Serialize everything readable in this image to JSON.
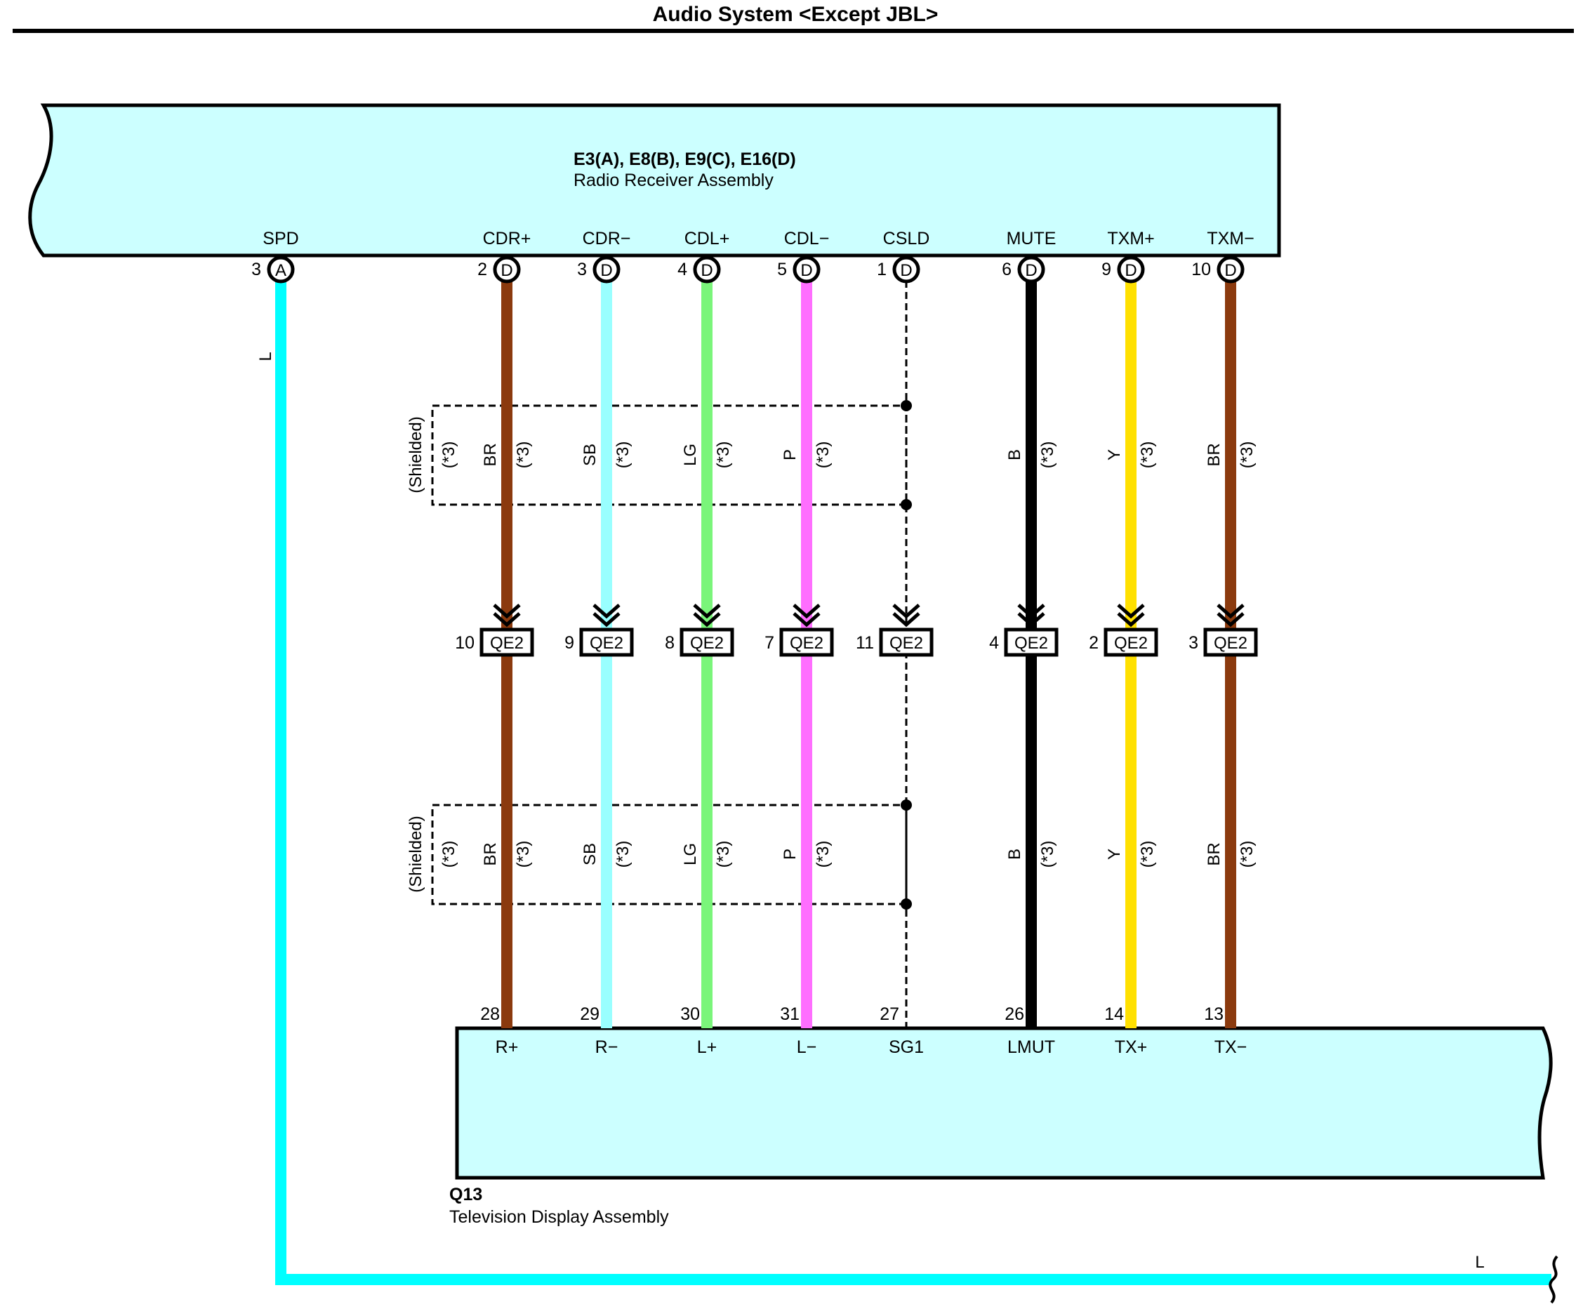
{
  "title": "Audio System <Except JBL>",
  "receiver": {
    "connectors": "E3(A), E8(B), E9(C), E16(D)",
    "name": "Radio Receiver Assembly",
    "spd": {
      "label": "SPD",
      "pin": "3",
      "conn": "A",
      "wire_color": "L",
      "color": "#00FFFF"
    }
  },
  "display": {
    "connector": "Q13",
    "name": "Television Display Assembly"
  },
  "shielded_label": "(Shielded)",
  "note_label": "(*3)",
  "junction": "QE2",
  "circuits": [
    {
      "sig": "CDR+",
      "rpin": "2",
      "conn": "D",
      "wire": "BR",
      "color": "#8B3A0E",
      "jpin": "10",
      "dpin": "28",
      "dsig": "R+",
      "dashed": false
    },
    {
      "sig": "CDR−",
      "rpin": "3",
      "conn": "D",
      "wire": "SB",
      "color": "#99FFFF",
      "jpin": "9",
      "dpin": "29",
      "dsig": "R−",
      "dashed": false
    },
    {
      "sig": "CDL+",
      "rpin": "4",
      "conn": "D",
      "wire": "LG",
      "color": "#7AF57A",
      "jpin": "8",
      "dpin": "30",
      "dsig": "L+",
      "dashed": false
    },
    {
      "sig": "CDL−",
      "rpin": "5",
      "conn": "D",
      "wire": "P",
      "color": "#FF6EFF",
      "jpin": "7",
      "dpin": "31",
      "dsig": "L−",
      "dashed": false
    },
    {
      "sig": "CSLD",
      "rpin": "1",
      "conn": "D",
      "wire": "",
      "color": "#000000",
      "jpin": "11",
      "dpin": "27",
      "dsig": "SG1",
      "dashed": true
    },
    {
      "sig": "MUTE",
      "rpin": "6",
      "conn": "D",
      "wire": "B",
      "color": "#000000",
      "jpin": "4",
      "dpin": "26",
      "dsig": "LMUT",
      "dashed": false
    },
    {
      "sig": "TXM+",
      "rpin": "9",
      "conn": "D",
      "wire": "Y",
      "color": "#FFE000",
      "jpin": "2",
      "dpin": "14",
      "dsig": "TX+",
      "dashed": false
    },
    {
      "sig": "TXM−",
      "rpin": "10",
      "conn": "D",
      "wire": "BR",
      "color": "#8B3A0E",
      "jpin": "3",
      "dpin": "13",
      "dsig": "TX−",
      "dashed": false
    }
  ]
}
